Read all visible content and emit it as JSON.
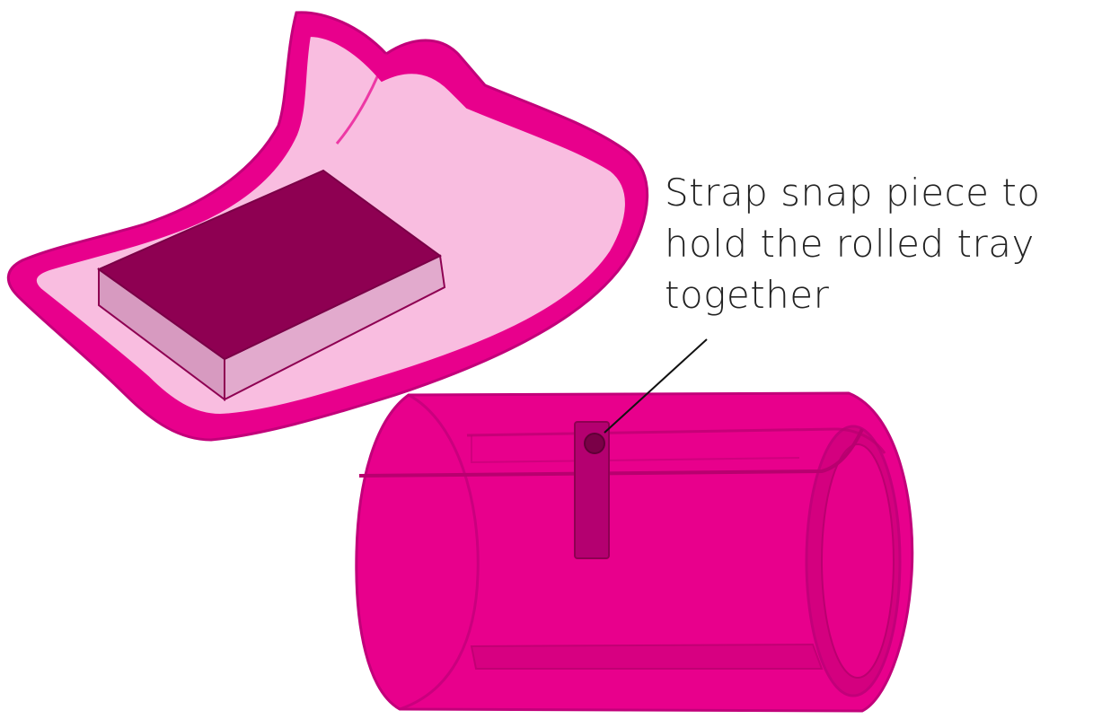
{
  "annotation": {
    "lines": [
      "Strap snap piece to",
      "hold the rolled tray",
      "together"
    ]
  },
  "colors": {
    "magenta": "#e8008c",
    "magenta_dark": "#c8007a",
    "light_pink": "#f9bde0",
    "block_top": "#8e0052",
    "block_side": "#d79ac0",
    "snap_dot": "#7a0047",
    "leader_line": "#111111"
  },
  "parts": {
    "flat_tray": "flat-tray",
    "rolled_tray": "rolled-tray",
    "strap": "strap-snap-piece"
  }
}
